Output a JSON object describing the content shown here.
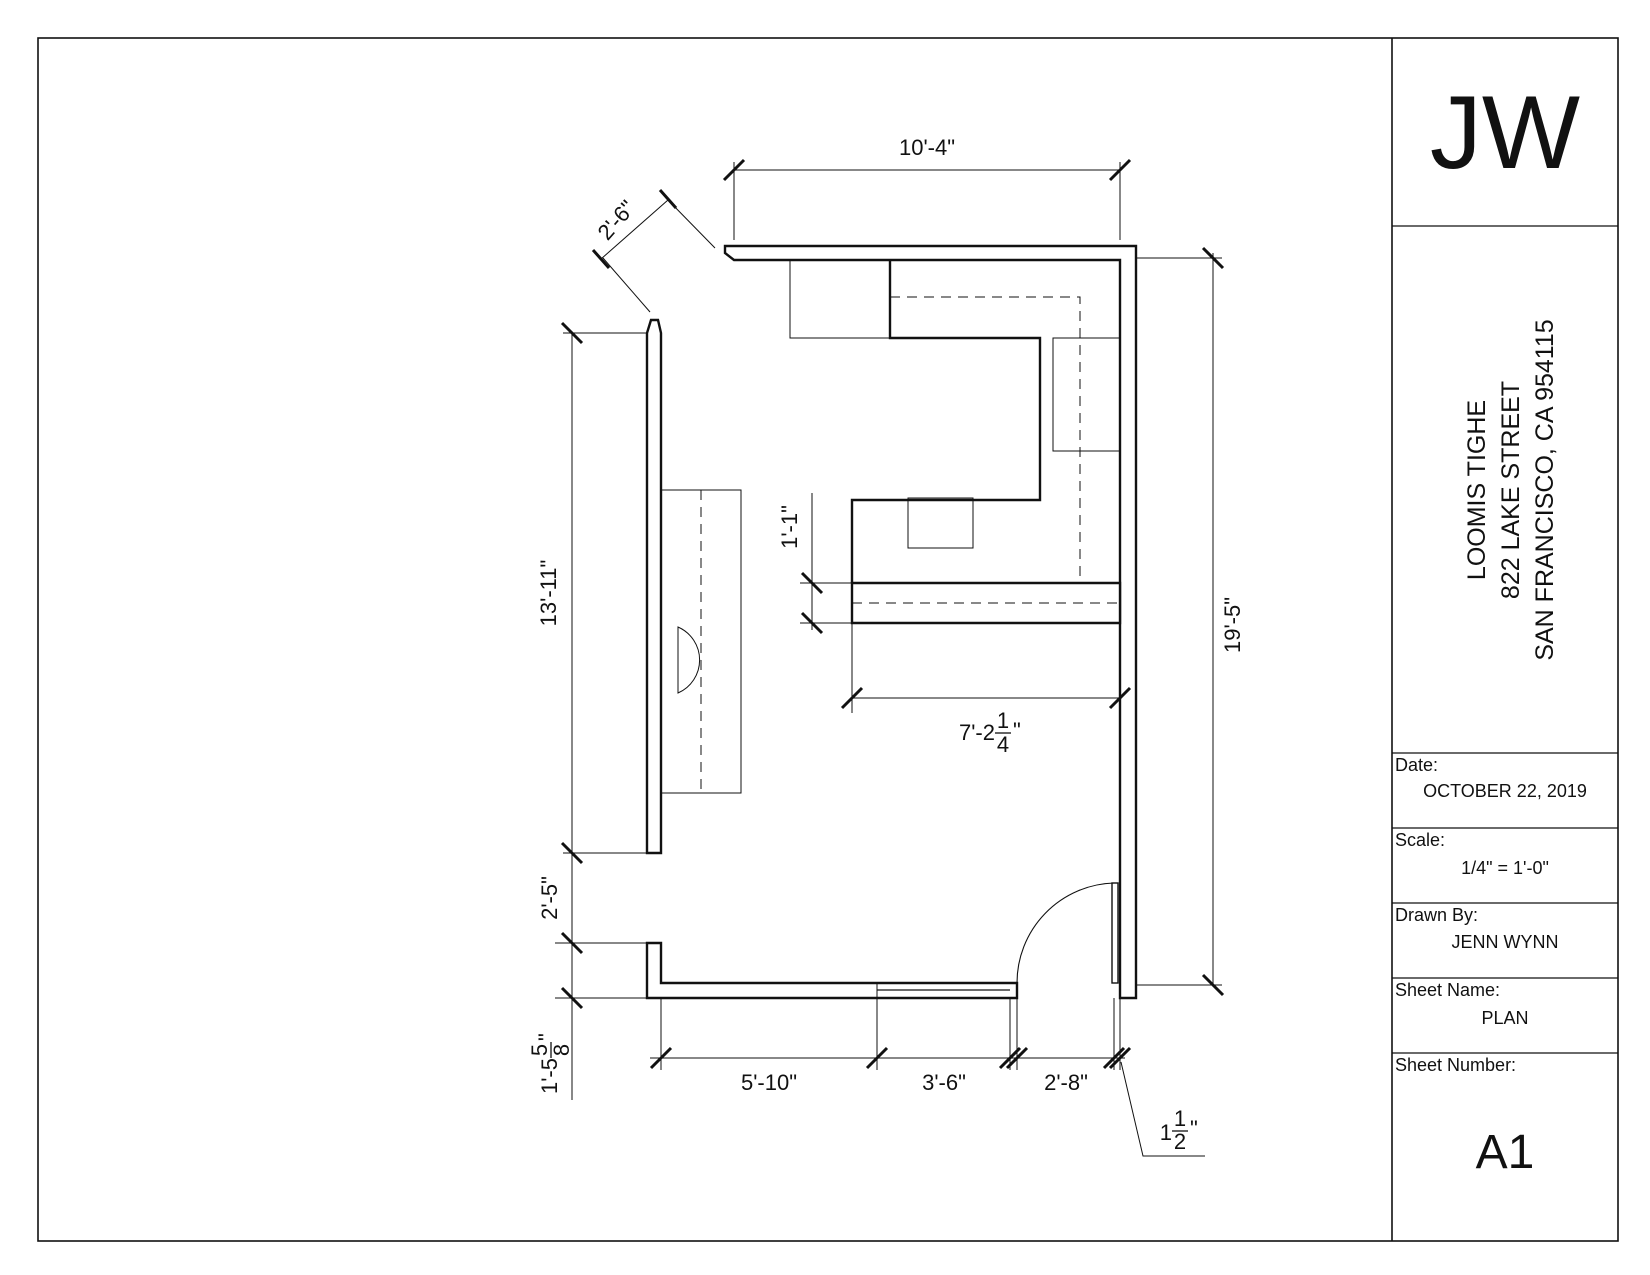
{
  "plan": {
    "dimensions": {
      "top_width": "10'-4\"",
      "angled": "2'-6\"",
      "left_height": "13'-11\"",
      "right_height": "19'-5\"",
      "partition_thickness": "1'-1\"",
      "partition_width_whole": "7'-2",
      "partition_width_num": "1",
      "partition_width_den": "4",
      "partition_width_unit": "\"",
      "left_gap": "2'-5\"",
      "left_bottom_whole": "1'-5",
      "left_bottom_num": "5",
      "left_bottom_den": "8",
      "left_bottom_unit": "\"",
      "bottom_seg1": "5'-10\"",
      "bottom_seg2": "3'-6\"",
      "bottom_seg3": "2'-8\"",
      "wall_whole": "1",
      "wall_num": "1",
      "wall_den": "2",
      "wall_unit": "\""
    }
  },
  "title_block": {
    "logo": "JW",
    "client_name": "LOOMIS TIGHE",
    "client_street": "822 LAKE STREET",
    "client_city": "SAN FRANCISCO, CA 954115",
    "date_label": "Date:",
    "date_value": "OCTOBER 22, 2019",
    "scale_label": "Scale:",
    "scale_value": "1/4\" = 1'-0\"",
    "drawn_by_label": "Drawn By:",
    "drawn_by_value": "JENN WYNN",
    "sheet_name_label": "Sheet Name:",
    "sheet_name_value": "PLAN",
    "sheet_number_label": "Sheet Number:",
    "sheet_number_value": "A1"
  }
}
